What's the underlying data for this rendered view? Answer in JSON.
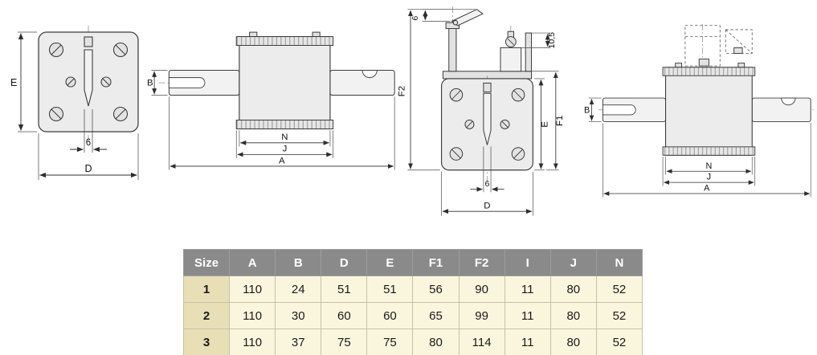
{
  "colors": {
    "header_bg": "#8a8a8a",
    "header_text": "#ffffff",
    "size_col_bg": "#e9dfb7",
    "cell_bg": "#faf6dd",
    "line": "#3c3c3c"
  },
  "table": {
    "headers": [
      "Size",
      "A",
      "B",
      "D",
      "E",
      "F1",
      "F2",
      "I",
      "J",
      "N"
    ],
    "rows": [
      [
        "1",
        "110",
        "24",
        "51",
        "51",
        "56",
        "90",
        "11",
        "80",
        "52"
      ],
      [
        "2",
        "110",
        "30",
        "60",
        "60",
        "65",
        "99",
        "11",
        "80",
        "52"
      ],
      [
        "3",
        "110",
        "37",
        "75",
        "75",
        "80",
        "114",
        "11",
        "80",
        "52"
      ]
    ]
  },
  "drawings": {
    "front_view": {
      "dim_E": "E",
      "dim_6": "6",
      "dim_D": "D"
    },
    "side_view": {
      "dim_B": "B",
      "dim_N": "N",
      "dim_J": "J",
      "dim_A": "A"
    },
    "front_view_indicator": {
      "dim_6_top": "6",
      "dim_10_5": "10,5",
      "dim_F2": "F2",
      "dim_E": "E",
      "dim_F1": "F1",
      "dim_6_bottom": "6",
      "dim_D": "D"
    },
    "side_view_indicator": {
      "dim_B": "B",
      "dim_N": "N",
      "dim_J": "J",
      "dim_A": "A"
    }
  }
}
